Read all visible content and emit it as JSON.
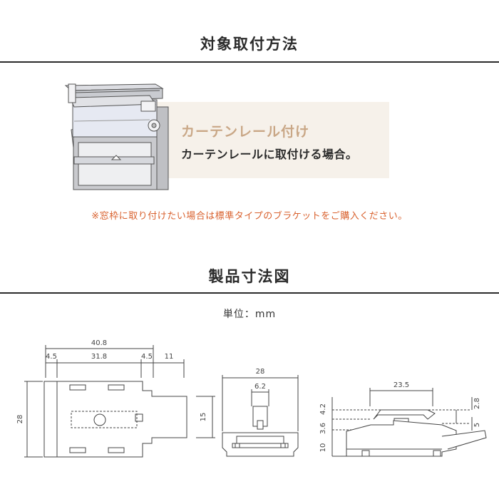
{
  "section1": {
    "title": "対象取付方法"
  },
  "callout": {
    "title": "カーテンレール付け",
    "description": "カーテンレールに取付ける場合。"
  },
  "note": "※窓枠に取り付けたい場合は標準タイプのブラケットをご購入ください。",
  "section2": {
    "title": "製品寸法図"
  },
  "unit_label": "単位：mm",
  "dimensions": {
    "top_view": {
      "overall": "40.8",
      "left_margin": "4.5",
      "center": "31.8",
      "right_margin": "4.5",
      "extension": "11",
      "height": "28",
      "tab_height": "15"
    },
    "front_view": {
      "width": "28",
      "post": "6.2"
    },
    "side_view": {
      "top_width": "23.5",
      "a": "4.2",
      "b": "3.6",
      "c": "10",
      "d": "2.8",
      "e": "5"
    }
  },
  "colors": {
    "accent_text": "#c9a786",
    "note_text": "#d9622f",
    "callout_bg": "#f6f1ea"
  }
}
